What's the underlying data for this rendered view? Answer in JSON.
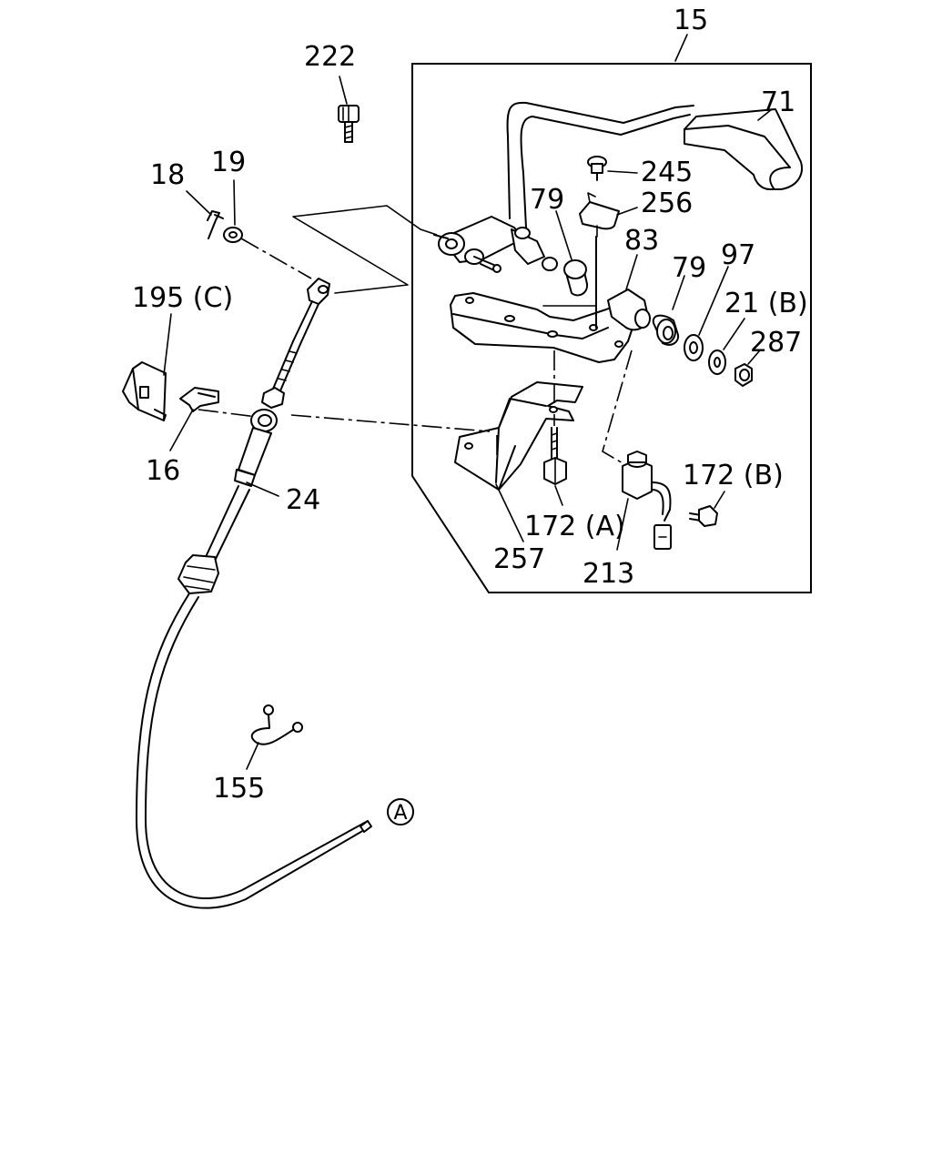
{
  "diagram": {
    "callouts": {
      "c15": "15",
      "c222": "222",
      "c71": "71",
      "c18": "18",
      "c19": "19",
      "c245": "245",
      "c79a": "79",
      "c256": "256",
      "c83": "83",
      "c79b": "79",
      "c97": "97",
      "c21b": "21 (B)",
      "c287": "287",
      "c195c": "195 (C)",
      "c16": "16",
      "c24": "24",
      "c172b": "172 (B)",
      "c172a": "172 (A)",
      "c257": "257",
      "c213": "213",
      "c155": "155",
      "ref_a": "A"
    },
    "icons": [
      "bolt-icon",
      "clip-icon",
      "washer-icon",
      "nut-icon",
      "bushing-icon",
      "switch-icon",
      "cable-icon",
      "lever-icon",
      "bracket-icon"
    ]
  }
}
